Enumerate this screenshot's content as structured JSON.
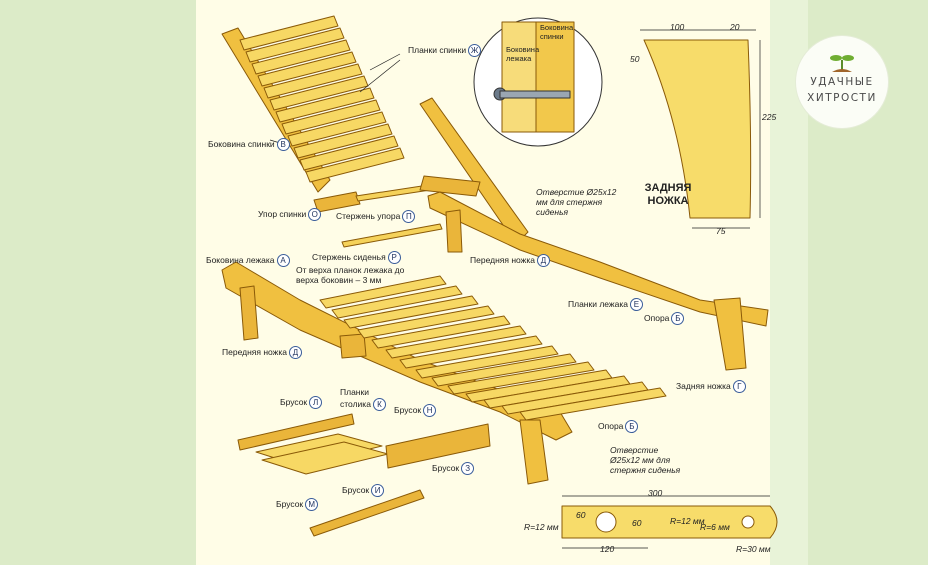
{
  "labels": {
    "back_slats": "Планки спинки",
    "back_slats_mark": "Ж",
    "back_side": "Боковина спинки",
    "back_side_mark": "В",
    "back_stop": "Упор спинки",
    "back_stop_mark": "О",
    "stop_rod": "Стержень упора",
    "stop_rod_mark": "П",
    "seat_rod": "Стержень сиденья",
    "seat_rod_mark": "Р",
    "front_leg_top": "Передняя ножка",
    "front_leg_top_mark": "Д",
    "hole_top": "Отверстие Ø25x12 мм для стержня сиденья",
    "bed_side": "Боковина лежака",
    "bed_side_mark": "А",
    "slat_offset": "От верха планок лежака до верха боковин – 3 мм",
    "bed_slats": "Планки лежака",
    "bed_slats_mark": "Е",
    "support_right": "Опора",
    "support_right_mark": "Б",
    "front_leg_left": "Передняя ножка",
    "front_leg_left_mark": "Д",
    "rear_leg": "Задняя ножка",
    "rear_leg_mark": "Г",
    "support_bottom": "Опора",
    "support_bottom_mark": "Б",
    "bar_l": "Брусок",
    "bar_l_mark": "Л",
    "table_slats": "Планки столика",
    "table_slats_mark": "К",
    "bar_n": "Брусок",
    "bar_n_mark": "Н",
    "bar_z": "Брусок",
    "bar_z_mark": "З",
    "bar_i": "Брусок",
    "bar_i_mark": "И",
    "bar_m": "Брусок",
    "bar_m_mark": "М",
    "detail_side_back": "Боковина спинки",
    "detail_side_bed": "Боковина лежака",
    "rear_leg_title": "ЗАДНЯЯ НОЖКА",
    "hole_bottom": "Отверстие Ø25x12 мм для стержня сиденья"
  },
  "dims": {
    "leg_top_a": "100",
    "leg_top_b": "20",
    "leg_side_a": "50",
    "leg_height": "225",
    "leg_bottom": "75",
    "sup_len": "300",
    "sup_w1": "60",
    "sup_w2": "60",
    "sup_pos": "120",
    "r1": "R=12 мм",
    "r2": "R=12 мм",
    "r3": "R=6 мм",
    "r4": "R=30 мм"
  },
  "logo": {
    "line1": "УДАЧНЫЕ",
    "line2": "ХИТРОСТИ"
  },
  "colors": {
    "wood": "#f2c84b",
    "wood_dark": "#c98f14",
    "wood_light": "#fbe79a",
    "outline": "#8a5a08",
    "leader": "#222222",
    "background": "#e8f3d8",
    "sheet": "#fffde7"
  }
}
